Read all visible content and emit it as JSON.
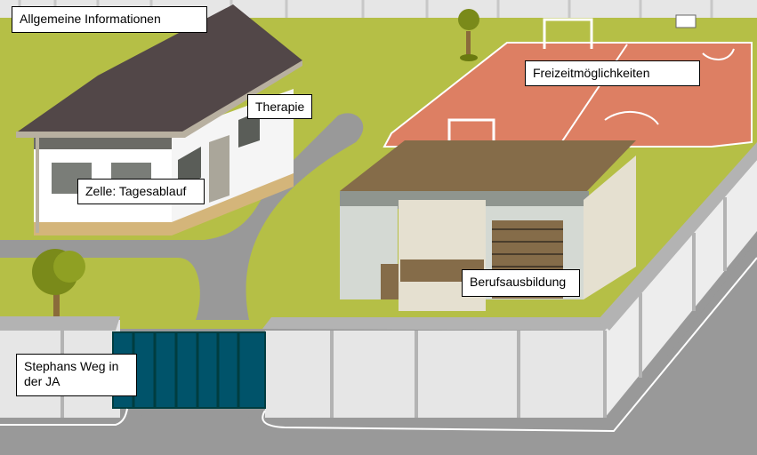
{
  "labels": {
    "general": "Allgemeine Informationen",
    "therapy": "Therapie",
    "cell": "Zelle: Tagesablauf",
    "leisure": "Freizeitmöglichkeiten",
    "training": "Berufsausbildung",
    "path": "Stephans Weg in der JA"
  },
  "colors": {
    "grass": "#b5bf46",
    "road": "#999999",
    "roof": "#524748",
    "court": "#dd7f63",
    "gate": "#00536a",
    "wall": "#e6e6e6"
  }
}
